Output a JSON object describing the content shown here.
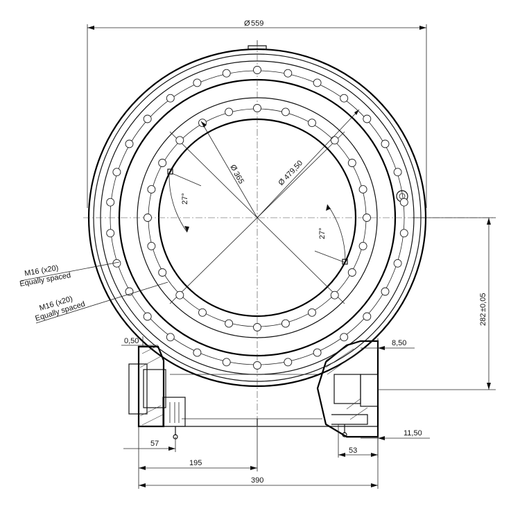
{
  "drawing": {
    "dimensions": {
      "outer_diameter": "559",
      "bolt_circle_inner": "365",
      "bolt_circle_outer": "479,50",
      "center_height": "282",
      "center_height_tol": "±0,05",
      "angle_upper": "27°",
      "angle_lower": "27°",
      "flange_gap": "0,50",
      "right_offset": "8,50",
      "right_foot": "11,50",
      "width_53": "53",
      "width_57": "57",
      "width_195": "195",
      "width_390": "390"
    },
    "notes": {
      "outer_bolts_line1": "M16 (x20)",
      "outer_bolts_line2": "Equally spaced",
      "inner_bolts_line1": "M16 (x20)",
      "inner_bolts_line2": "Equally spaced"
    },
    "symbols": {
      "diameter": "Ø"
    },
    "bolt_pattern": {
      "outer_count": 20,
      "inner_count": 20
    }
  }
}
